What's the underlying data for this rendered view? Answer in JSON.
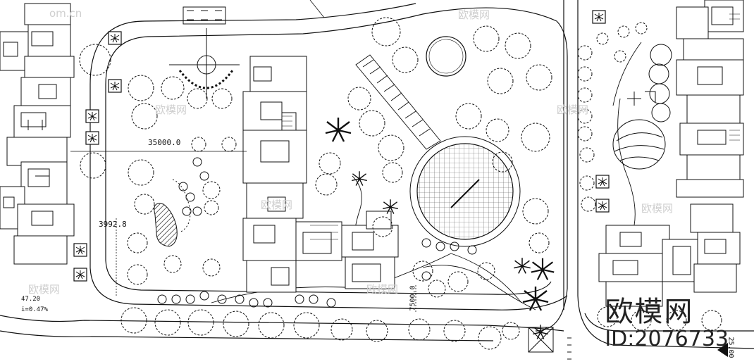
{
  "dimensions": {
    "horizontal": "35000.0",
    "vertical": "3992.8",
    "vertical2": "7500.0",
    "edge": "25.00"
  },
  "level_mark": "i=0.47%",
  "level_value": "47.20",
  "watermark": {
    "brand_cn": "欧模网",
    "id_text": "ID:2076733",
    "site": "om.cn"
  },
  "icons": [
    "palm-tree-icon",
    "deciduous-tree-icon",
    "shrub-icon",
    "north-arrow-icon"
  ]
}
